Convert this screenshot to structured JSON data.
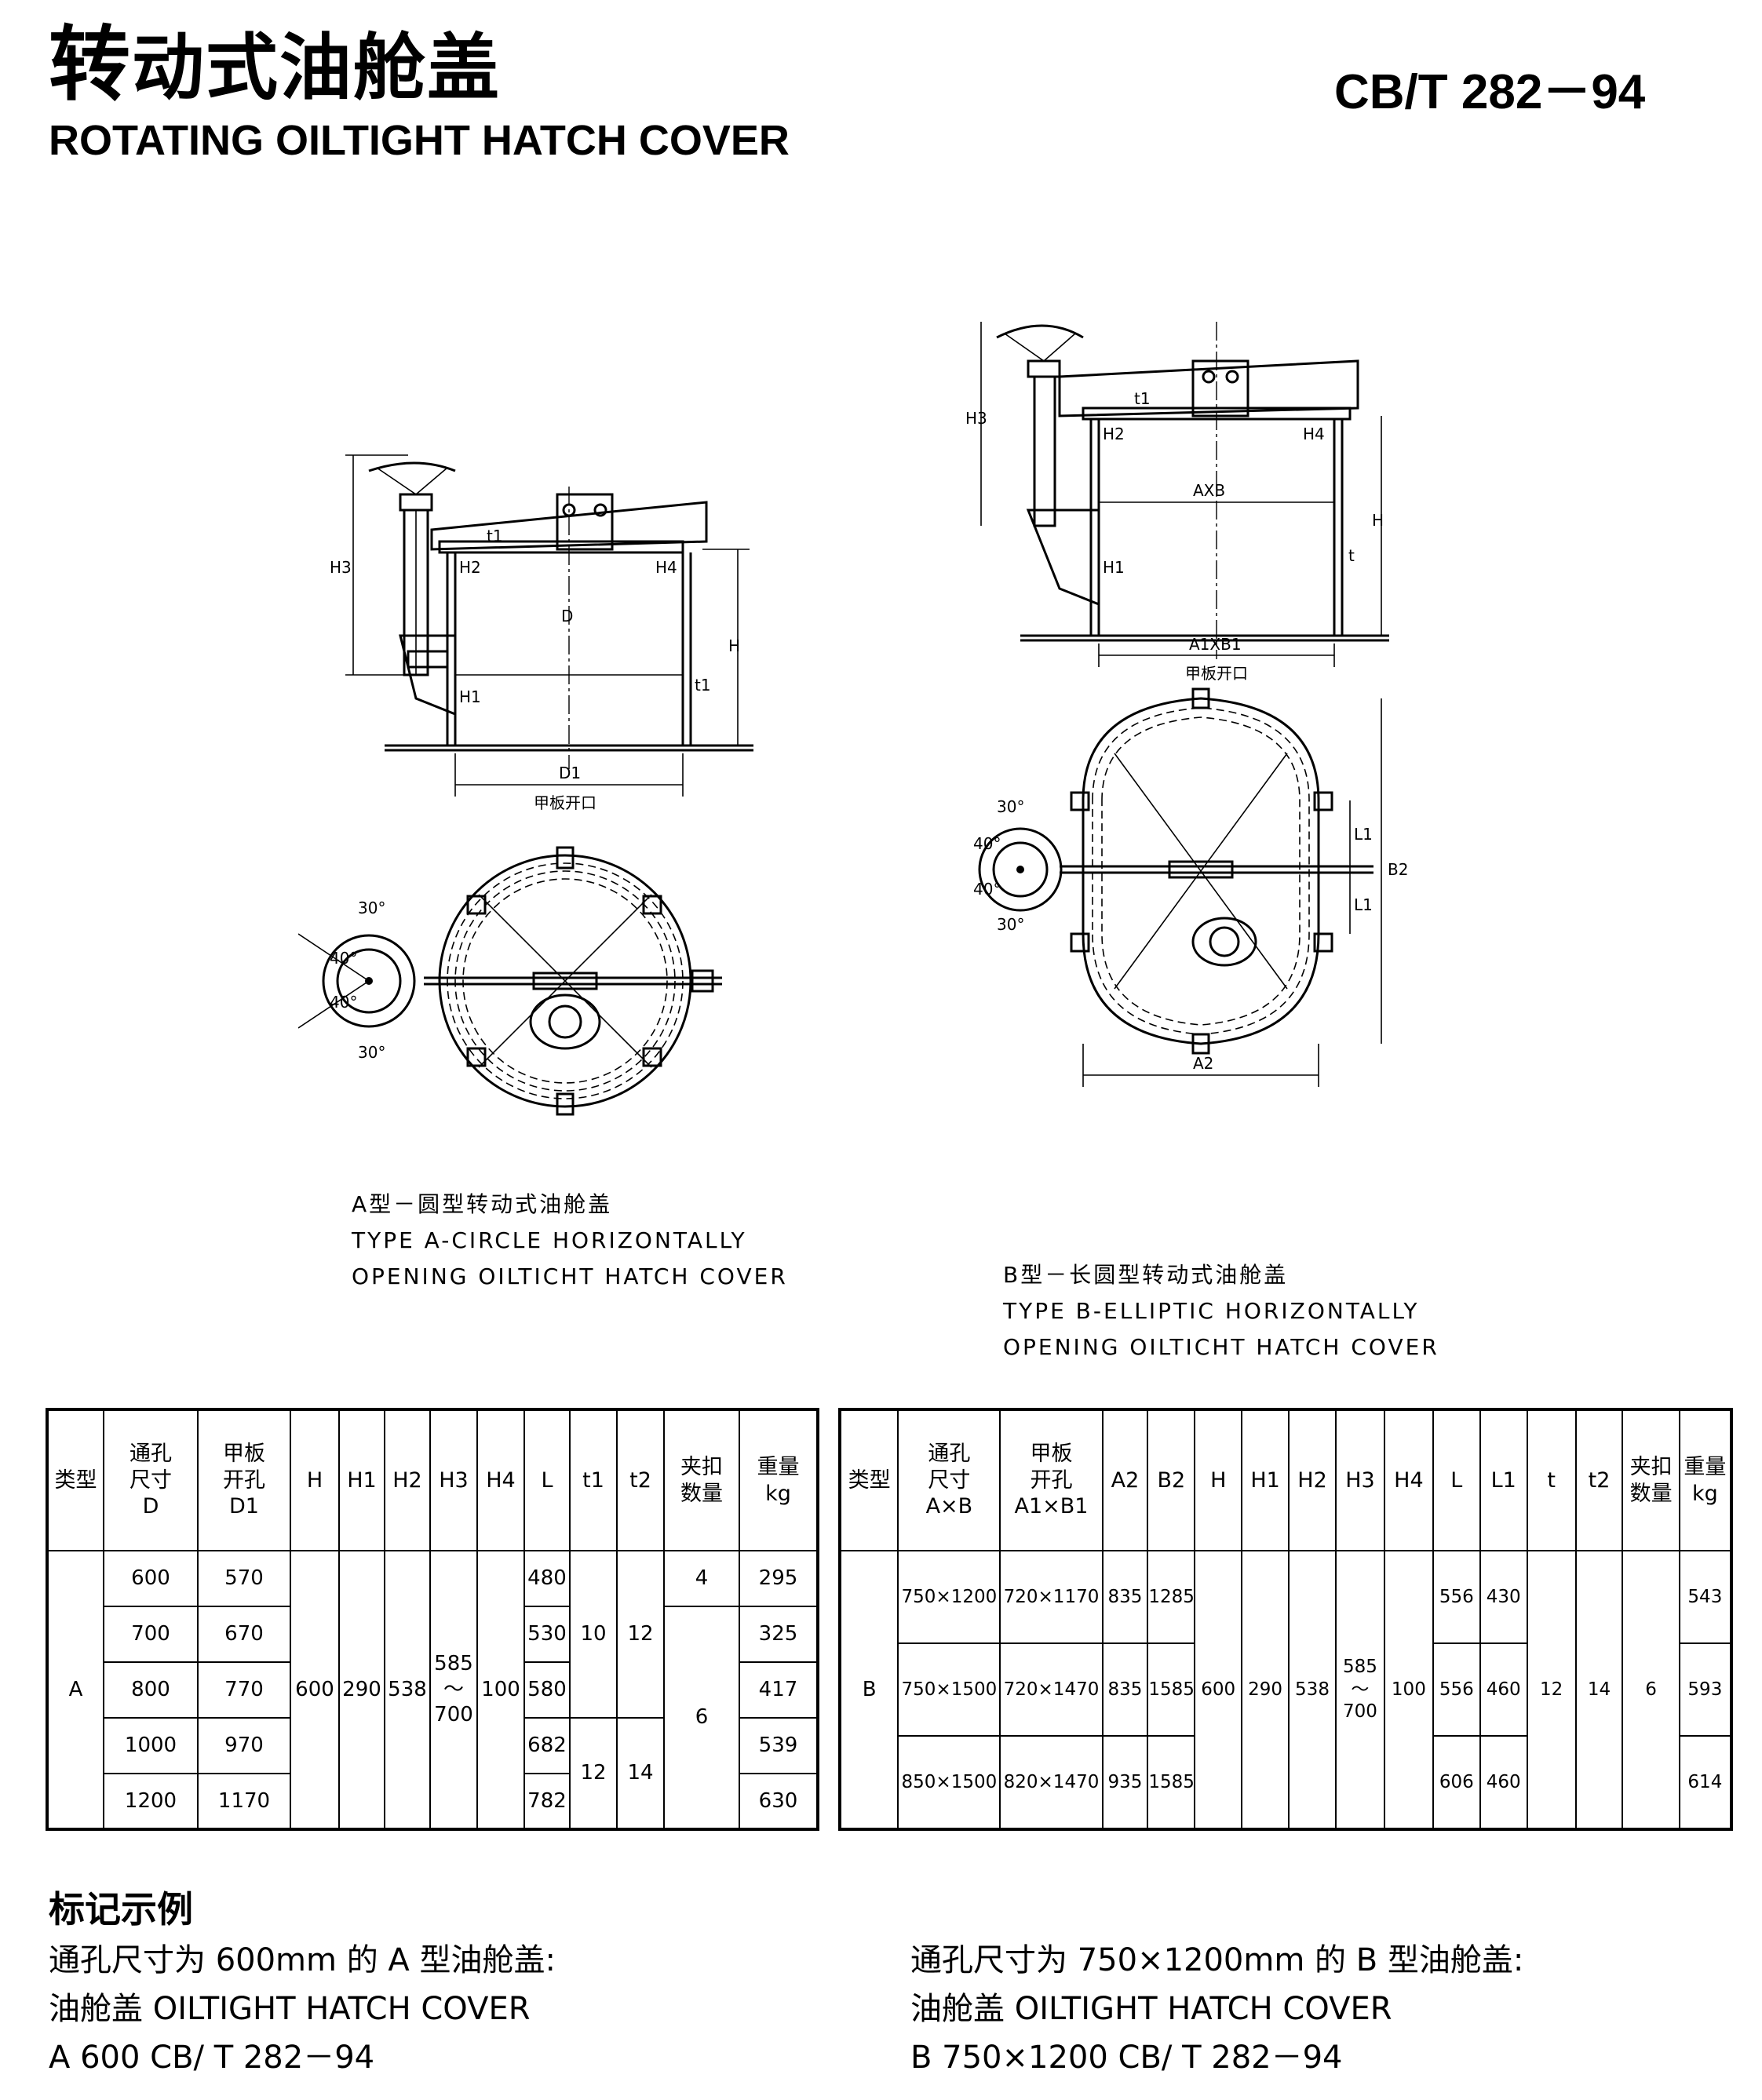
{
  "header": {
    "title_cn_first": "转",
    "title_cn_rest": "动式油舱盖",
    "title_en": "ROTATING OILTIGHT HATCH COVER",
    "standard_no": "CB/T 282－94"
  },
  "drawing_a": {
    "labels": {
      "h3": "H3",
      "h2": "H2",
      "h4": "H4",
      "t1": "t1",
      "t1b": "t1",
      "d": "D",
      "h": "H",
      "h1": "H1",
      "d1": "D1",
      "deck": "甲板开口",
      "ang1": "30°",
      "ang2": "40°",
      "ang3": "40°",
      "ang4": "30°"
    },
    "caption_line1": "A型－圆型转动式油舱盖",
    "caption_line2": "TYPE A-CIRCLE HORIZONTALLY",
    "caption_line3": "OPENING OILTICHT HATCH COVER"
  },
  "drawing_b": {
    "labels": {
      "h3": "H3",
      "t1": "t1",
      "h2": "H2",
      "h4": "H4",
      "axb": "AXB",
      "h": "H",
      "h1": "H1",
      "t": "t",
      "a1xb1": "A1XB1",
      "deck": "甲板开口",
      "l1a": "L1",
      "l1b": "L1",
      "b2": "B2",
      "a2": "A2",
      "ang1": "30°",
      "ang2": "40°",
      "ang3": "40°",
      "ang4": "30°"
    },
    "caption_line1": "B型－长圆型转动式油舱盖",
    "caption_line2": "TYPE B-ELLIPTIC HORIZONTALLY",
    "caption_line3": "OPENING OILTICHT HATCH COVER"
  },
  "table_a": {
    "headers": {
      "type": "类型",
      "d_line1": "通孔",
      "d_line2": "尺寸",
      "d_line3": "D",
      "d1_line1": "甲板",
      "d1_line2": "开孔",
      "d1_line3": "D1",
      "h": "H",
      "h1": "H1",
      "h2": "H2",
      "h3": "H3",
      "h4": "H4",
      "l": "L",
      "t1": "t1",
      "t2": "t2",
      "clamp_line1": "夹扣",
      "clamp_line2": "数量",
      "weight_line1": "重量",
      "weight_line2": "kg"
    },
    "type_value": "A",
    "h_value": "600",
    "h1_value": "290",
    "h2_value": "538",
    "h3_top": "585",
    "h3_mid": "～",
    "h3_bot": "700",
    "h4_value": "100",
    "t1_group1": "10",
    "t2_group1": "12",
    "t1_group2": "12",
    "t2_group2": "14",
    "clamp_group1": "4",
    "clamp_group2": "6",
    "rows": [
      {
        "d": "600",
        "d1": "570",
        "l": "480",
        "kg": "295"
      },
      {
        "d": "700",
        "d1": "670",
        "l": "530",
        "kg": "325"
      },
      {
        "d": "800",
        "d1": "770",
        "l": "580",
        "kg": "417"
      },
      {
        "d": "1000",
        "d1": "970",
        "l": "682",
        "kg": "539"
      },
      {
        "d": "1200",
        "d1": "1170",
        "l": "782",
        "kg": "630"
      }
    ]
  },
  "table_b": {
    "headers": {
      "type": "类型",
      "axb_line1": "通孔",
      "axb_line2": "尺寸",
      "axb_line3": "A×B",
      "a1b1_line1": "甲板",
      "a1b1_line2": "开孔",
      "a1b1_line3": "A1×B1",
      "a2": "A2",
      "b2": "B2",
      "h": "H",
      "h1": "H1",
      "h2": "H2",
      "h3": "H3",
      "h4": "H4",
      "l": "L",
      "l1": "L1",
      "t": "t",
      "t2": "t2",
      "clamp_line1": "夹扣",
      "clamp_line2": "数量",
      "weight_line1": "重量",
      "weight_line2": "kg"
    },
    "type_value": "B",
    "h_value": "600",
    "h1_value": "290",
    "h2_value": "538",
    "h3_top": "585",
    "h3_mid": "～",
    "h3_bot": "700",
    "h4_value": "100",
    "t_value": "12",
    "t2_value": "14",
    "clamp_value": "6",
    "rows": [
      {
        "axb": "750×1200",
        "a1b1": "720×1170",
        "a2": "835",
        "b2": "1285",
        "l": "556",
        "l1": "430",
        "kg": "543"
      },
      {
        "axb": "750×1500",
        "a1b1": "720×1470",
        "a2": "835",
        "b2": "1585",
        "l": "556",
        "l1": "460",
        "kg": "593"
      },
      {
        "axb": "850×1500",
        "a1b1": "820×1470",
        "a2": "935",
        "b2": "1585",
        "l": "606",
        "l1": "460",
        "kg": "614"
      }
    ]
  },
  "marking_example": {
    "title": "标记示例",
    "left_line1": "通孔尺寸为 600mm 的 A 型油舱盖:",
    "left_line2": "油舱盖 OILTIGHT HATCH COVER",
    "left_line3": "A 600 CB/ T 282－94",
    "right_line1": "通孔尺寸为 750×1200mm 的 B 型油舱盖:",
    "right_line2": "油舱盖 OILTIGHT HATCH COVER",
    "right_line3": "B 750×1200 CB/ T 282－94"
  }
}
